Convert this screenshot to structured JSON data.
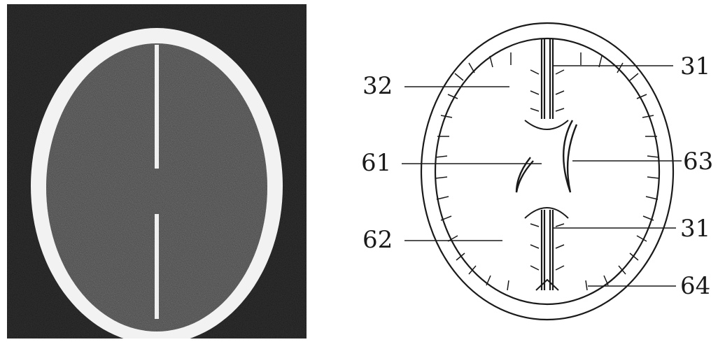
{
  "figure": {
    "labels": [
      {
        "id": "label-31-upper",
        "text": "31"
      },
      {
        "id": "label-32",
        "text": "32"
      },
      {
        "id": "label-61",
        "text": "61"
      },
      {
        "id": "label-63",
        "text": "63"
      },
      {
        "id": "label-62",
        "text": "62"
      },
      {
        "id": "label-31-lower",
        "text": "31"
      },
      {
        "id": "label-64",
        "text": "64"
      }
    ]
  },
  "colors": {
    "ct_background": "#2f2f2f",
    "skull": "#f4f4f4",
    "brain": "#5a5a5a",
    "ink": "#1a1a1a"
  }
}
